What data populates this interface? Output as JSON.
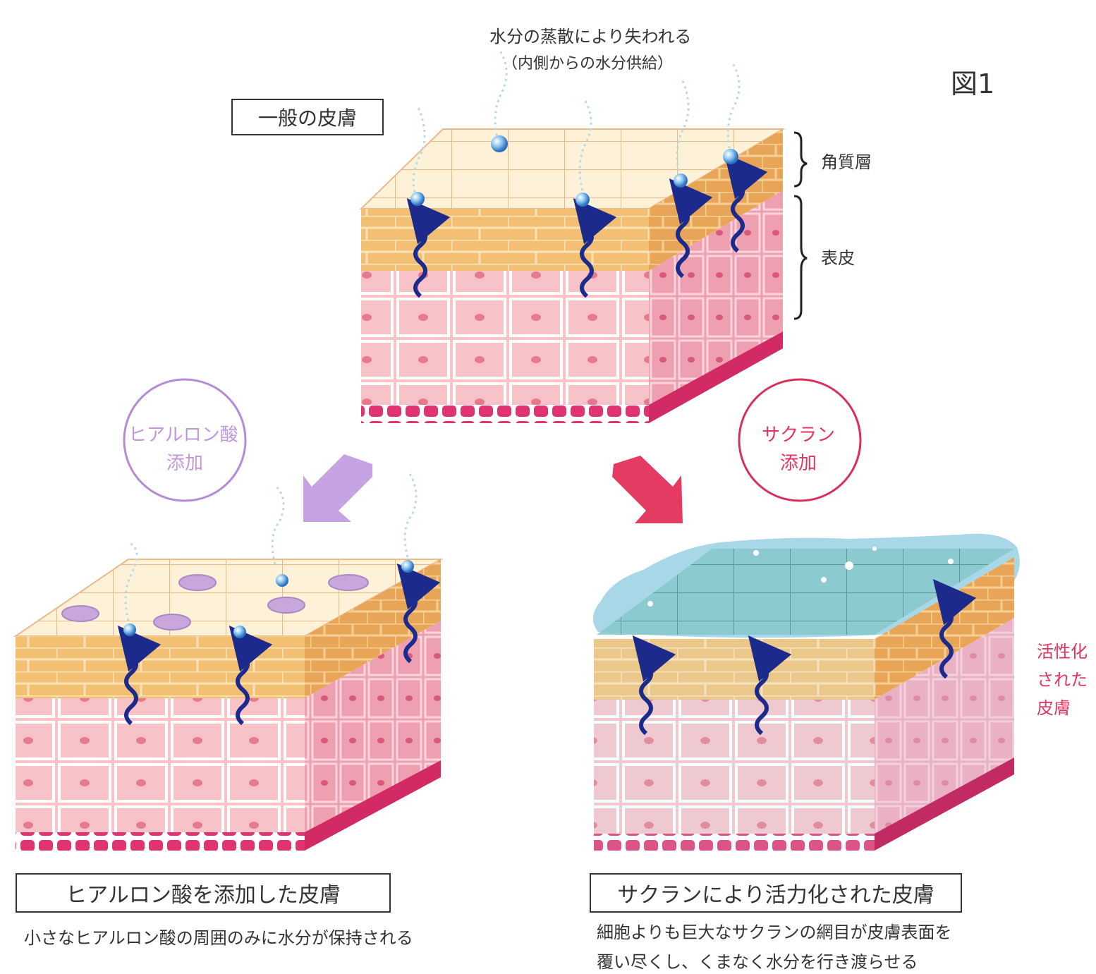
{
  "figure_label": "図1",
  "top": {
    "caption_line1": "水分の蒸散により失われる",
    "caption_line2": "（内側からの水分供給）",
    "title": "一般の皮膚",
    "layer_stratum_corneum": "角質層",
    "layer_epidermis": "表皮"
  },
  "left": {
    "badge_line1": "ヒアルロン酸",
    "badge_line2": "添加",
    "title": "ヒアルロン酸を添加した皮膚",
    "description": "小さなヒアルロン酸の周囲のみに水分が保持される"
  },
  "right": {
    "badge_line1": "サクラン",
    "badge_line2": "添加",
    "title": "サクランにより活力化された皮膚",
    "side_line1": "活性化",
    "side_line2": "された",
    "side_line3": "皮膚",
    "description_line1": "細胞よりも巨大なサクランの網目が皮膚表面を",
    "description_line2": "覆い尽くし、くまなく水分を行き渡らせる"
  },
  "colors": {
    "top_face": "#fdf2d8",
    "corneum_front": "#f3c073",
    "corneum_side": "#e8a558",
    "cell_front": "#f7c2c8",
    "cell_side": "#ee9fb0",
    "basal": "#e0336f",
    "water_arrow": "#1c2a8c",
    "hyaluronic": "#c6a0e0",
    "sacran": "#e2345e",
    "sacran_film": "#9fd3e6"
  },
  "icons": {
    "arrow_to_left": "arrow-down-left-icon",
    "arrow_to_right": "arrow-down-right-icon",
    "water_molecule": "water-droplet-icon"
  }
}
